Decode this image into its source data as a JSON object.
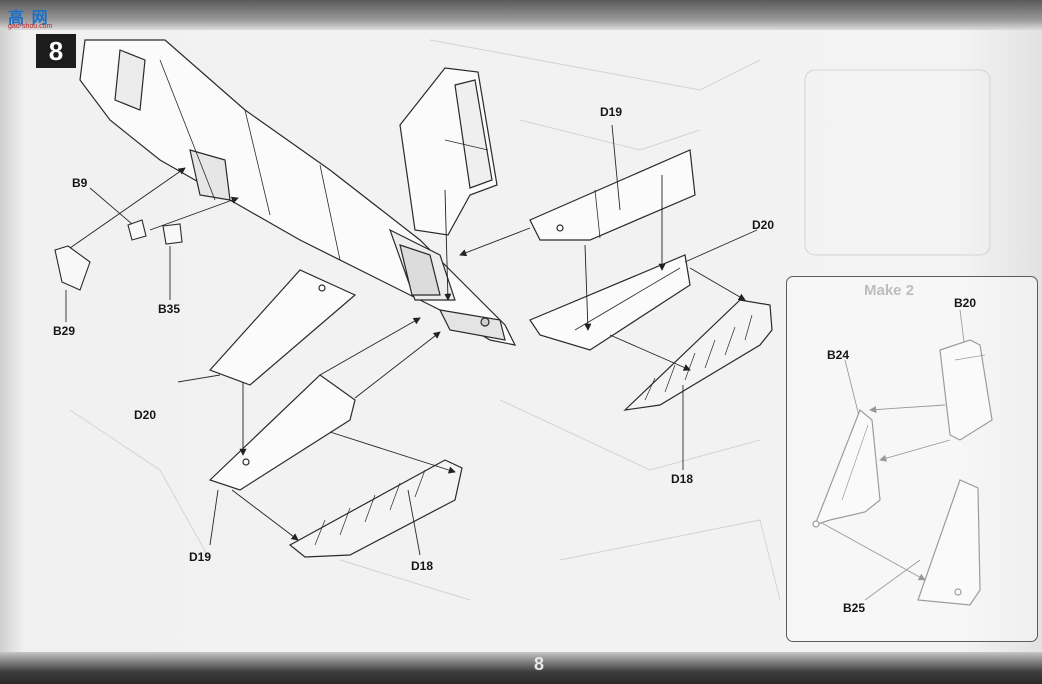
{
  "logo": {
    "main": "高 网",
    "sub": "gao-shou.com"
  },
  "step": {
    "number": "8"
  },
  "page": {
    "number": "8"
  },
  "inset": {
    "ghost_heading": "Make 2"
  },
  "callouts": {
    "b9": "B9",
    "b29": "B29",
    "b35": "B35",
    "d20_left": "D20",
    "d19_left": "D19",
    "d18_left": "D18",
    "d19_right": "D19",
    "d20_right": "D20",
    "d18_right": "D18",
    "b20": "B20",
    "b24": "B24",
    "b25": "B25"
  },
  "colors": {
    "ink": "#161616",
    "paper": "#f3f3f3",
    "badge": "#1d1d1d",
    "logo_blue": "#1a6fc9",
    "logo_red": "#c0232b"
  }
}
